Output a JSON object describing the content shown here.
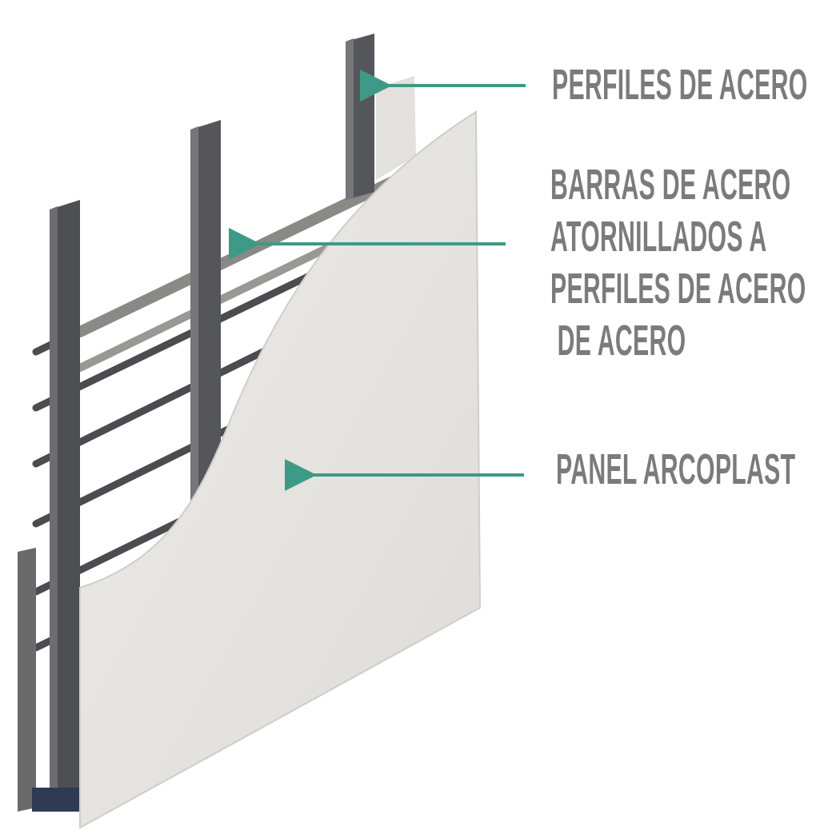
{
  "labels": {
    "steel_profiles": "PERFILES DE ACERO",
    "steel_bars": [
      "BARRAS DE ACERO",
      "ATORNILLADOS A",
      "PERFILES DE ACERO",
      " DE ACERO"
    ],
    "panel": "PANEL ARCOPLAST"
  },
  "colors": {
    "arrow": "#3d9a86",
    "text": "#7b7b7b",
    "panel": "#e4e3df",
    "steel": "#55565a"
  }
}
